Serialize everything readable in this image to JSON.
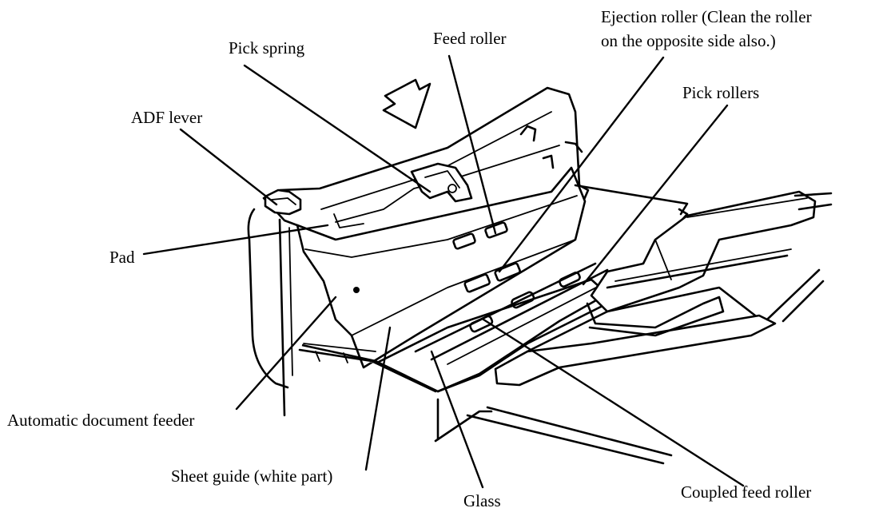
{
  "labels": {
    "pick_spring": "Pick spring",
    "feed_roller": "Feed roller",
    "ejection_roller_line1": "Ejection roller (Clean the roller",
    "ejection_roller_line2": "on the opposite side also.)",
    "adf_lever": "ADF lever",
    "pick_rollers": "Pick rollers",
    "pad": "Pad",
    "automatic_document_feeder": "Automatic document feeder",
    "sheet_guide": "Sheet guide (white part)",
    "glass": "Glass",
    "coupled_feed_roller": "Coupled feed roller"
  },
  "colors": {
    "ink": "#000000",
    "background": "#ffffff"
  }
}
